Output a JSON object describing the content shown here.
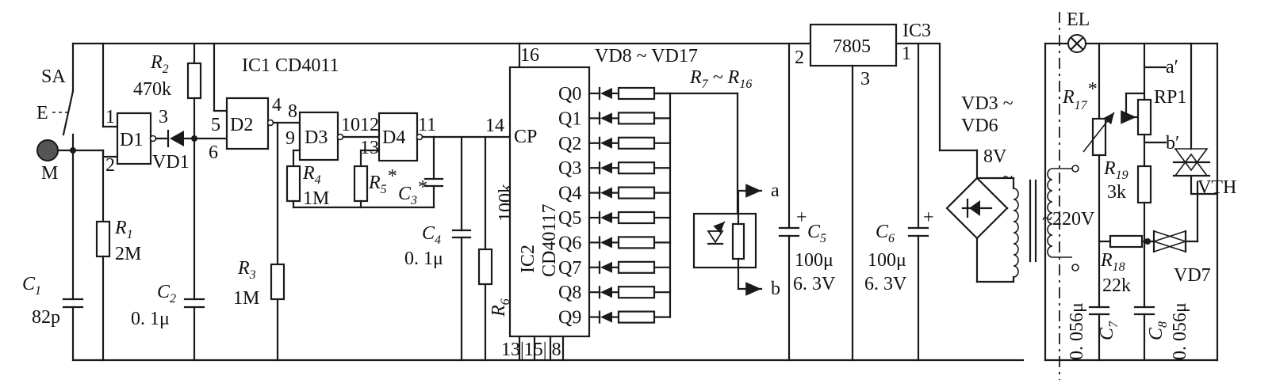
{
  "labels": {
    "sa": "SA",
    "e": "E",
    "m": "M",
    "r1": "R",
    "r1_sub": "1",
    "r1_val": "2M",
    "c1": "C",
    "c1_sub": "1",
    "c1_val": "82p",
    "r2": "R",
    "r2_sub": "2",
    "r2_val": "470k",
    "c2": "C",
    "c2_sub": "2",
    "c2_val": "0. 1μ",
    "r3": "R",
    "r3_sub": "3",
    "r3_val": "1M",
    "r4": "R",
    "r4_sub": "4",
    "r4_val": "1M",
    "r5": "R",
    "r5_sub": "5",
    "c3": "C",
    "c3_sub": "3",
    "star": "*",
    "c4": "C",
    "c4_sub": "4",
    "c4_val": "0. 1μ",
    "r6": "R",
    "r6_sub": "6",
    "r6_val": "100k",
    "ic1": "IC1  CD4011",
    "d1": "D1",
    "d2": "D2",
    "d3": "D3",
    "d4": "D4",
    "vd1": "VD1",
    "pin1": "1",
    "pin2": "2",
    "pin3": "3",
    "pin4": "4",
    "pin5": "5",
    "pin6": "6",
    "pin8": "8",
    "pin9": "9",
    "pin10": "10",
    "pin11": "11",
    "pin12": "12",
    "pin13": "13",
    "pin14": "14",
    "pin16": "16",
    "cp": "CP",
    "ic2": "IC2",
    "ic2_part": "CD40117",
    "ic2_bottom": "13|15| 8",
    "q": [
      "Q0",
      "Q1",
      "Q2",
      "Q3",
      "Q4",
      "Q5",
      "Q6",
      "Q7",
      "Q8",
      "Q9"
    ],
    "vd_range": "VD8 ~ VD17",
    "r_range": "R",
    "r_range_sub1": "7",
    "r_range_tilde": " ~ R",
    "r_range_sub2": "16",
    "a": "a",
    "b": "b",
    "reg": "7805",
    "ic3": "IC3",
    "reg_in": "2",
    "reg_gnd": "3",
    "reg_out": "1",
    "c5": "C",
    "c5_sub": "5",
    "c5_val1": "100μ",
    "c5_val2": "6. 3V",
    "c6": "C",
    "c6_sub": "6",
    "c6_val1": "100μ",
    "c6_val2": "6. 3V",
    "plus": "+",
    "bridge": "VD3 ~",
    "bridge2": "VD6",
    "v8": "8V",
    "tilde": "~",
    "v220": "~220V",
    "el": "EL",
    "a_prime": "a′",
    "b_prime": "b′",
    "r17": "R",
    "r17_sub": "17",
    "rp1": "RP1",
    "r19": "R",
    "r19_sub": "19",
    "r19_val": "3k",
    "vth": "VTH",
    "r18": "R",
    "r18_sub": "18",
    "r18_val": "22k",
    "vd7": "VD7",
    "c7": "C",
    "c7_sub": "7",
    "c7_val": "0. 056μ",
    "c8": "C",
    "c8_sub": "8",
    "c8_val": "0. 056μ"
  }
}
